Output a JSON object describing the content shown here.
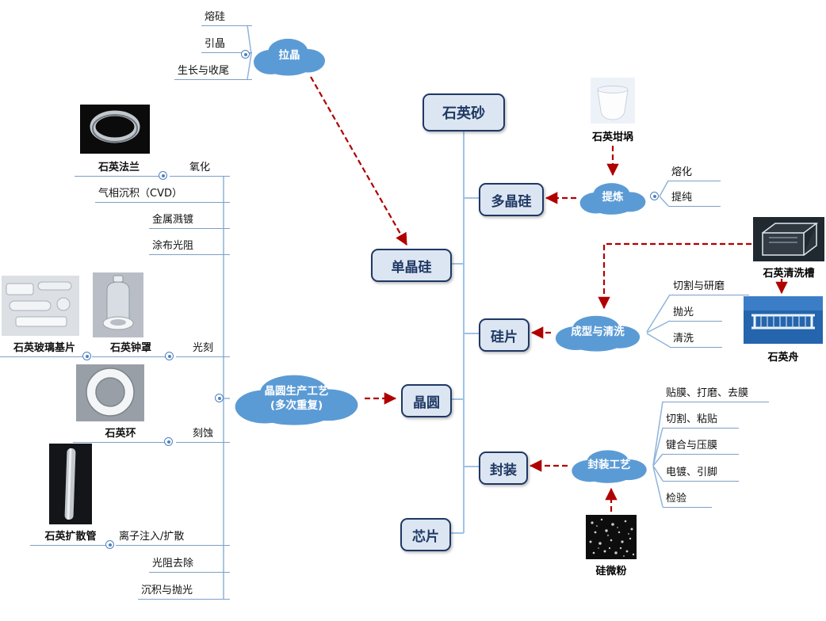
{
  "colors": {
    "cloud_fill": "#5b9bd5",
    "node_border": "#1f3864",
    "node_fill": "#dce6f2",
    "arrow_red": "#b00000",
    "connector_blue": "#9dc3e6"
  },
  "chain": {
    "quartz_sand": "石英砂",
    "polysilicon": "多晶硅",
    "mono_silicon": "单晶硅",
    "silicon_slice": "硅片",
    "wafer": "晶圆",
    "packaging": "封装",
    "chip": "芯片"
  },
  "clouds": {
    "crystal_pulling": "拉晶",
    "refining": "提炼",
    "forming_cleaning": "成型与清洗",
    "wafer_process_line1": "晶圆生产工艺",
    "wafer_process_line2": "(多次重复)",
    "packaging_process": "封装工艺"
  },
  "crystal_pulling_steps": [
    "熔硅",
    "引晶",
    "生长与收尾"
  ],
  "refining_steps": [
    "熔化",
    "提纯"
  ],
  "forming_cleaning_steps": [
    "切割与研磨",
    "抛光",
    "清洗"
  ],
  "packaging_steps": [
    "贴膜、打磨、去膜",
    "切割、粘贴",
    "键合与压膜",
    "电镀、引脚",
    "检验"
  ],
  "wafer_process_steps": [
    "氧化",
    "气相沉积（CVD）",
    "金属溅镀",
    "涂布光阻",
    "光刻",
    "刻蚀",
    "离子注入/扩散",
    "光阻去除",
    "沉积与抛光"
  ],
  "quartz_products": {
    "crucible": "石英坩埚",
    "flange": "石英法兰",
    "glass_substrate": "石英玻璃基片",
    "bell_jar": "石英钟罩",
    "ring": "石英环",
    "diffusion_tube": "石英扩散管",
    "cleaning_tank": "石英清洗槽",
    "boat": "石英舟",
    "silicon_powder": "硅微粉"
  }
}
